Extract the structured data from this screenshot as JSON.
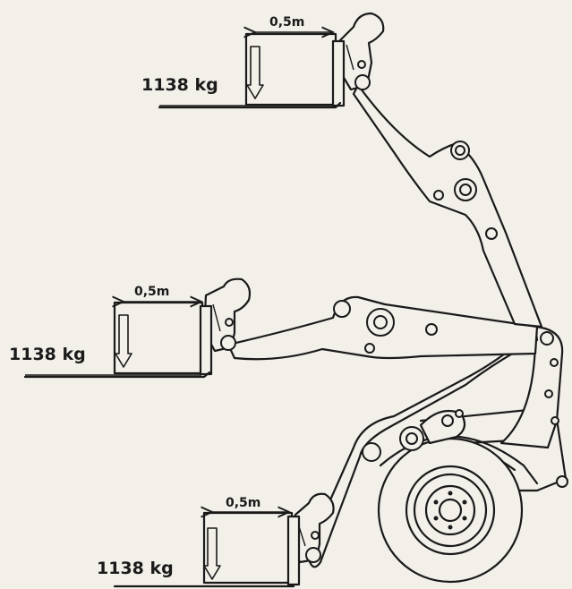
{
  "loads": [
    {
      "weight": "1138 kg",
      "distance": "0,5m"
    },
    {
      "weight": "1138 kg",
      "distance": "0,5m"
    },
    {
      "weight": "1138 kg",
      "distance": "0,5m"
    }
  ]
}
